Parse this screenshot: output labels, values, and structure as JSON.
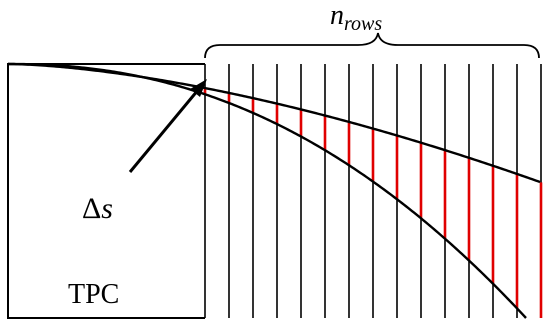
{
  "diagram": {
    "label_top": "n",
    "label_top_sub": "rows",
    "label_delta_symbol": "Δ",
    "label_delta_var": "s",
    "label_tpc": "TPC"
  },
  "colors": {
    "stroke": "#000000",
    "segment": "#e00000",
    "background": "#ffffff"
  }
}
